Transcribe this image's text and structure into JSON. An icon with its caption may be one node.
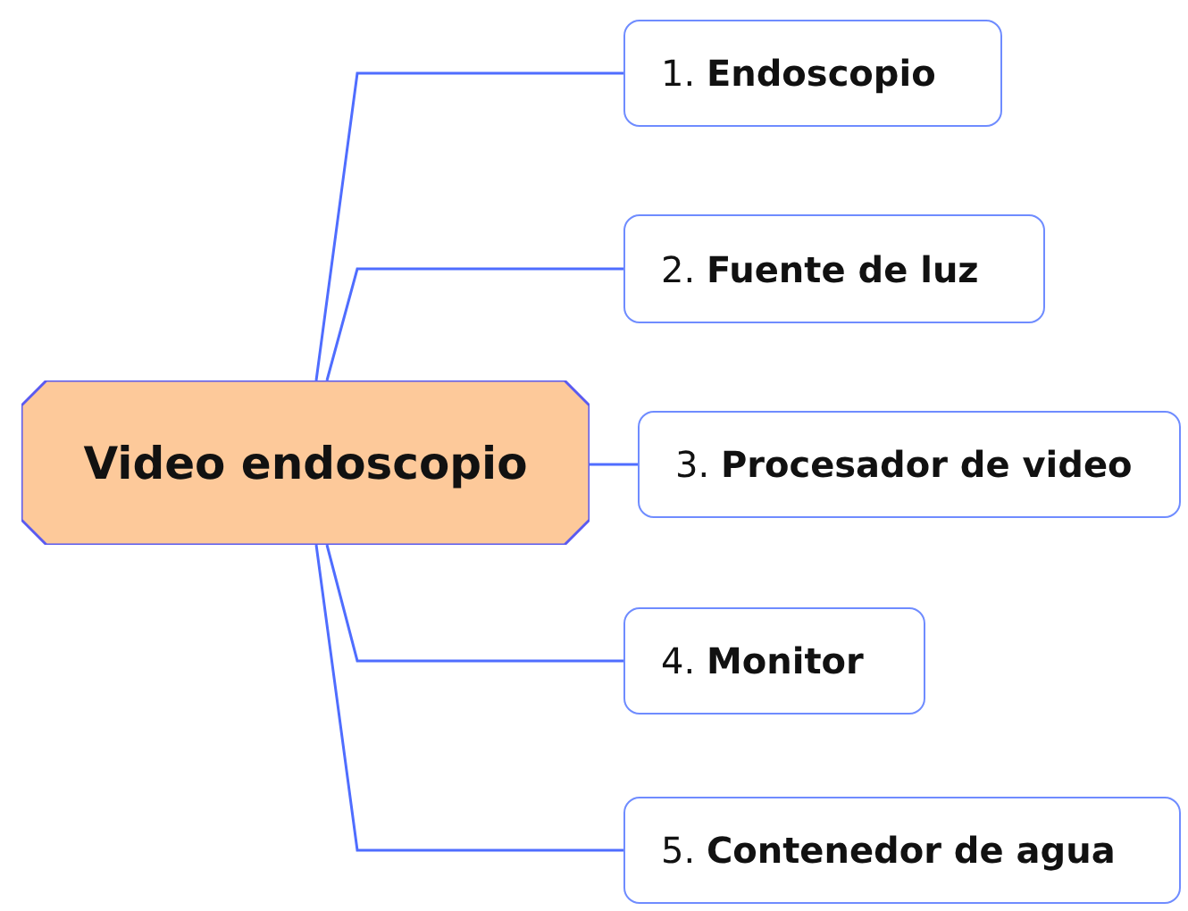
{
  "diagram": {
    "nodes": [
      {
        "text": [
          "Video endoscopio"
        ]
      },
      {
        "text": [
          "1. **Endoscopio**"
        ]
      },
      {
        "text": [
          "2. **Fuente de luz**"
        ]
      },
      {
        "text": [
          "3. **Procesador de video**"
        ]
      },
      {
        "text": [
          "4. **Monitor**"
        ]
      },
      {
        "text": [
          "5. **Contenedor de agua**"
        ]
      }
    ],
    "edges": [
      {
        "from": 0,
        "to": 1,
        "arrow": "none"
      },
      {
        "from": 0,
        "to": 2,
        "arrow": "none"
      },
      {
        "from": 0,
        "to": 3,
        "arrow": "none"
      },
      {
        "from": 0,
        "to": 4,
        "arrow": "none"
      },
      {
        "from": 0,
        "to": 5,
        "arrow": "none"
      }
    ]
  }
}
